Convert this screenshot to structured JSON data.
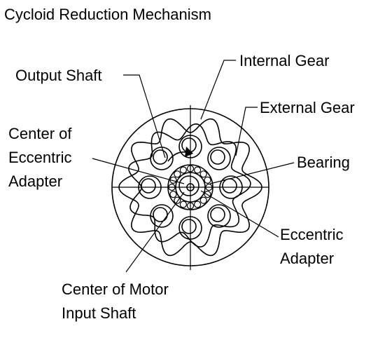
{
  "title": "Cycloid Reduction Mechanism",
  "labels": {
    "output_shaft": "Output Shaft",
    "internal_gear": "Internal Gear",
    "external_gear": "External Gear",
    "center_eccentric_1": "Center of",
    "center_eccentric_2": "Eccentric",
    "center_eccentric_3": "Adapter",
    "bearing": "Bearing",
    "eccentric_adapter_1": "Eccentric",
    "eccentric_adapter_2": "Adapter",
    "center_motor_1": "Center of Motor",
    "center_motor_2": "Input Shaft"
  },
  "colors": {
    "stroke": "#000000",
    "background": "#ffffff"
  }
}
